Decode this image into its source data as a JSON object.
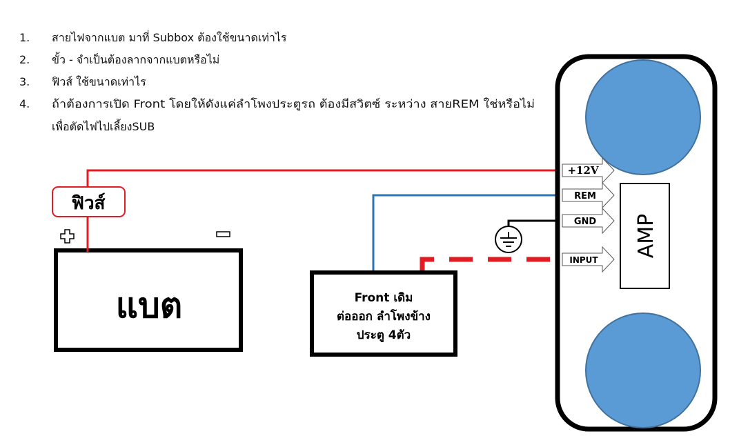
{
  "questions": [
    {
      "num": "1.",
      "text": "สายไฟจากแบต มาที่ Subbox ต้องใช้ขนาดเท่าไร"
    },
    {
      "num": "2.",
      "text": "ขั้ว - จำเป็นต้องลากจากแบตหรือไม่"
    },
    {
      "num": "3.",
      "text": "ฟิวส์ ใช้ขนาดเท่าไร"
    },
    {
      "num": "4.",
      "text": "ถ้าต้องการเปิด Front โดยให้ดังแค่ลำโพงประตูรถ ต้องมีสวิตซ์ ระหว่าง สายREM ใช่หรือไม่",
      "text2": "เพื่อตัดไฟไปเลี้ยงSUB"
    }
  ],
  "fuse_label": "ฟิวส์",
  "battery_label": "แบต",
  "front": {
    "line1": "Front เดิม",
    "line2": "ต่อออก ลำโพงข้าง",
    "line3": "ประตู 4ตัว"
  },
  "amp_label": "AMP",
  "pins": {
    "v12": "+12V",
    "rem": "REM",
    "gnd": "GND",
    "input": "INPUT"
  },
  "colors": {
    "power": "#e31b23",
    "remote": "#2e75b6",
    "speaker": "#5b9bd5"
  }
}
